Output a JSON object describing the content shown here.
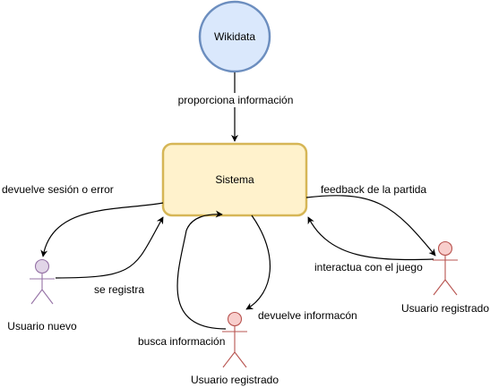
{
  "nodes": {
    "wikidata": {
      "label": "Wikidata",
      "fill": "#dae8fc",
      "stroke": "#6c8ebf"
    },
    "sistema": {
      "label": "Sistema",
      "fill": "#fff2cc",
      "stroke": "#d6b656"
    }
  },
  "actors": {
    "usuario_nuevo": {
      "label": "Usuario nuevo",
      "fill": "#e1d5e7",
      "stroke": "#9673a6"
    },
    "usuario_registrado_bottom": {
      "label": "Usuario registrado",
      "fill": "#f8cecc",
      "stroke": "#b85450"
    },
    "usuario_registrado_right": {
      "label": "Usuario registrado",
      "fill": "#f8cecc",
      "stroke": "#b85450"
    }
  },
  "edges": {
    "wikidata_to_sistema": "proporciona información",
    "sistema_to_nuevo": "devuelve sesión o error",
    "nuevo_to_sistema": "se registra",
    "sistema_to_right": "feedback de la partida",
    "right_to_sistema": "interactua con el juego",
    "sistema_to_bottom": "devuelve informacón",
    "bottom_to_sistema": "busca información"
  }
}
